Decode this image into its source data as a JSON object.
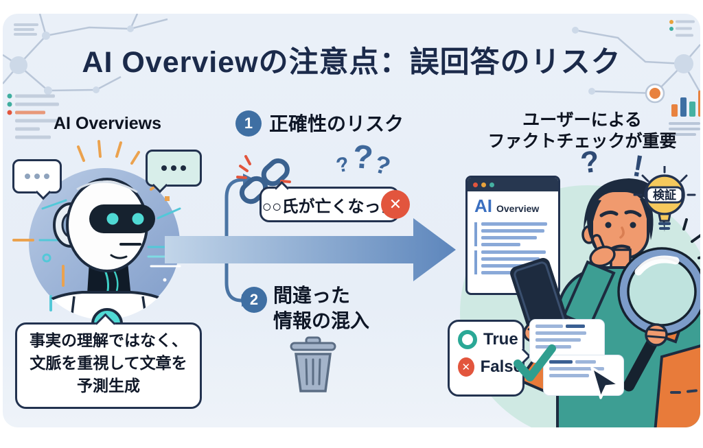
{
  "title": "AI Overviewの注意点：誤回答のリスク",
  "left": {
    "label": "AI Overviews",
    "bubble_text": "事実の理解ではなく、\n文脈を重視して文章を\n予測生成"
  },
  "flow": {
    "risks": [
      {
        "number": "1",
        "label": "正確性のリスク"
      },
      {
        "number": "2",
        "label": "間違った\n情報の混入"
      }
    ],
    "quote": {
      "text": "○○氏が亡くなった",
      "badge": "✕"
    },
    "question_marks": [
      "?",
      "?",
      "?"
    ]
  },
  "right": {
    "heading": "ユーザーによる\nファクトチェックが重要",
    "marks": {
      "question": "?",
      "exclamation": "!"
    },
    "bulb_label": "検証",
    "browser": {
      "ai_label": "AI",
      "overview_label": "Overview"
    },
    "verdict": {
      "true_label": "True",
      "false_label": "False",
      "false_icon": "✕"
    }
  },
  "colors": {
    "card_bg": "#e9eff8",
    "title_navy": "#1b2a4a",
    "steel_blue": "#3f6fa3",
    "arrow_light": "#c2d5e9",
    "arrow_dark": "#5d86bc",
    "error_red": "#e2553d",
    "teal": "#2aa896",
    "accent_orange": "#e8823f",
    "bulb_yellow": "#f6c95c",
    "shirt_teal": "#3d9e93",
    "sleeve_orange": "#e87b3a"
  }
}
